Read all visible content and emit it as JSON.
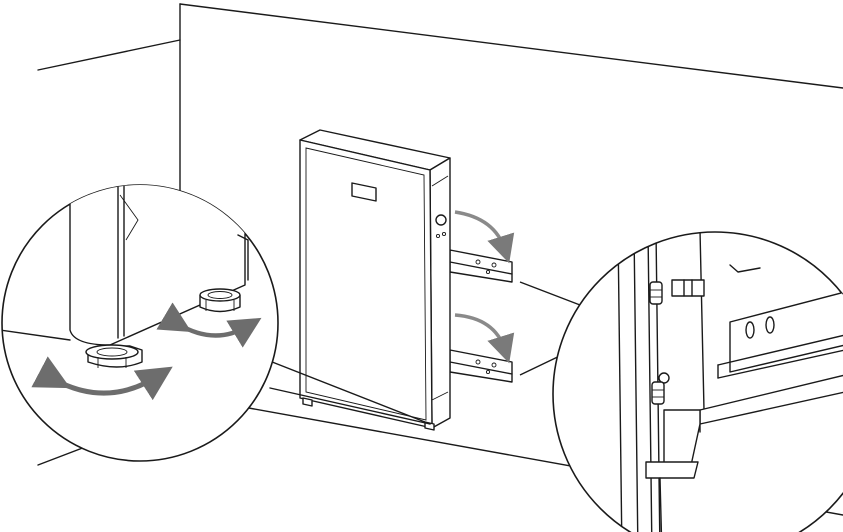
{
  "diagram": {
    "labels": [],
    "colors": {
      "line": "#1a1a1a",
      "fill": "#ffffff",
      "arrow_gray": "#8a8a8a",
      "arrow_dark": "#6d6d6d"
    },
    "icons": [
      "battery-unit",
      "wall-bracket",
      "adjustable-foot",
      "rotation-arrow"
    ]
  }
}
